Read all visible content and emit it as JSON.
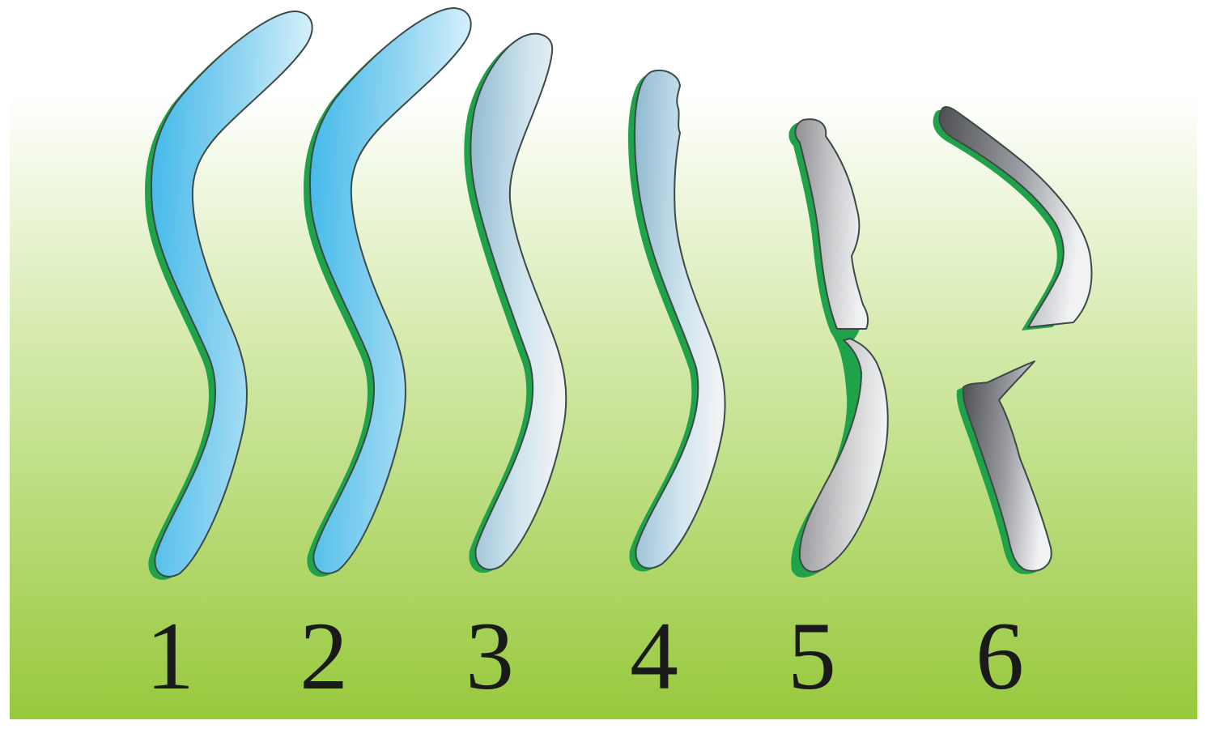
{
  "figure": {
    "colors": {
      "background_top": "#ffffff",
      "background_bottom": "#97c93c",
      "shadow": "#1fa24a",
      "outline": "#3d4a48",
      "healthy_fill": "#40b8ea",
      "healthy_highlight": "#d8f1fb",
      "grey_fill": "#8f8f93",
      "grey_highlight": "#f1f2f4",
      "dark_fill": "#4e4f53"
    },
    "stages": [
      {
        "label": "1",
        "shape": "healthy-intact"
      },
      {
        "label": "2",
        "shape": "healthy-intact"
      },
      {
        "label": "3",
        "shape": "fading-intact"
      },
      {
        "label": "4",
        "shape": "eroded-top"
      },
      {
        "label": "5",
        "shape": "cracked"
      },
      {
        "label": "6",
        "shape": "broken"
      }
    ]
  }
}
